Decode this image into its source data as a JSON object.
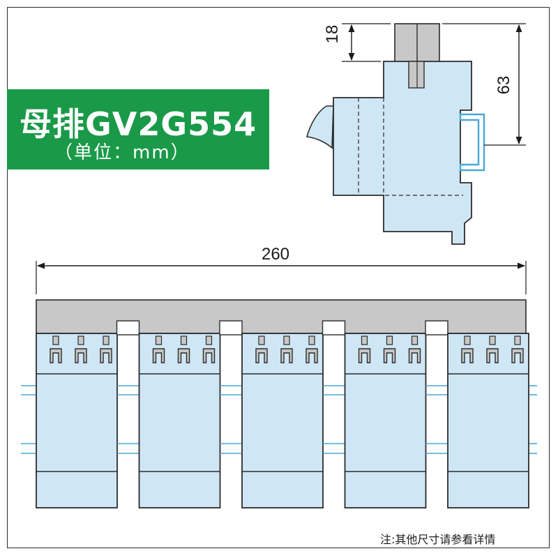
{
  "title": "母排GV2G554",
  "unit": "（单位：mm）",
  "dimensions": {
    "height_top": "18",
    "height_side": "63",
    "width_total": "260"
  },
  "footnote": "注:其他尺寸请参看详情",
  "colors": {
    "banner": "#1a9a49",
    "module_fill": "#cfe6f5",
    "busbar_gray": "#c8c8c8",
    "rail_blue": "#4aa7d8",
    "line": "#2b2b2b"
  },
  "module_count": 5,
  "terminals_per_module": 3
}
